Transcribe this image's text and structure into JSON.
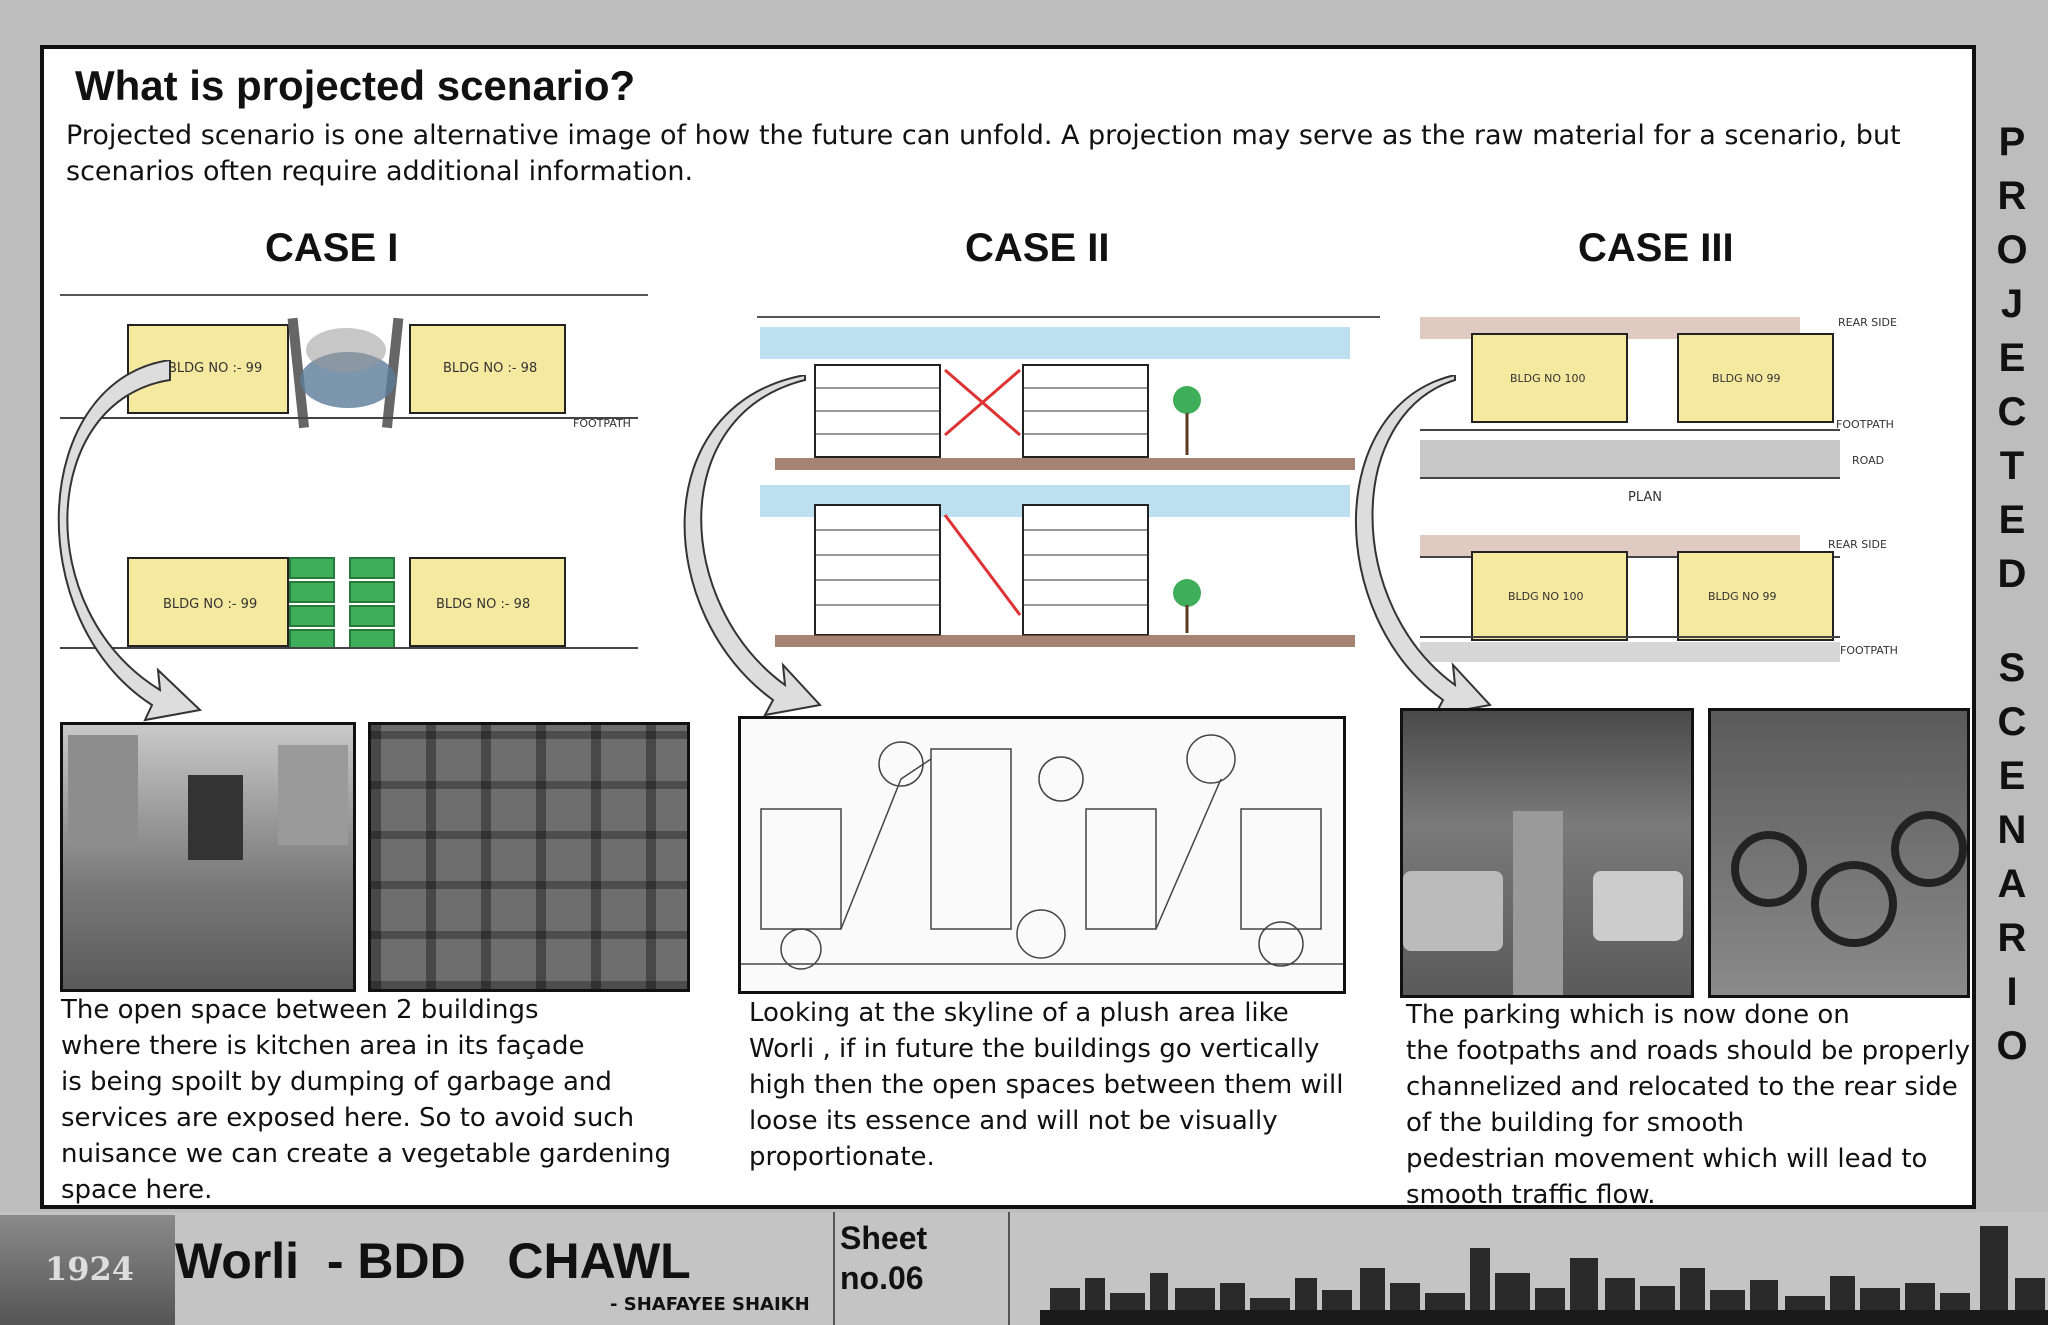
{
  "title": "What is projected scenario?",
  "intro": "Projected scenario is one alternative image of how the future can unfold. A projection may serve as the raw material for a scenario,  but scenarios often require additional  information.",
  "side_title": "PROJECTED SCENARIO",
  "cases": [
    {
      "heading": "CASE I",
      "labels": [
        "BLDG NO :- 99",
        "BLDG NO :- 98",
        "FOOTPATH",
        "BLDG NO :- 99",
        "BLDG NO :- 98"
      ],
      "text": [
        "The open space between 2 buildings",
        "where there is kitchen area in its façade",
        "is being spoilt by dumping of garbage and",
        "services are exposed here. So to avoid such",
        "nuisance we can create a vegetable gardening",
        "space here."
      ]
    },
    {
      "heading": "CASE II",
      "text": [
        "Looking at the skyline of a plush area like",
        "Worli , if in future the buildings go vertically",
        "high then the open spaces between them will",
        "loose its essence and will not be visually",
        "proportionate."
      ]
    },
    {
      "heading": "CASE III",
      "labels": [
        "REAR SIDE",
        "BLDG NO 100",
        "BLDG NO 99",
        "FOOTPATH",
        "ROAD",
        "PLAN",
        "REAR SIDE",
        "BLDG NO 100",
        "BLDG NO 99",
        "FOOTPATH"
      ],
      "text": [
        "The parking which is now done on",
        "the footpaths and roads should be properly",
        "channelized and relocated to the rear side",
        "of the building for smooth",
        "pedestrian movement which will lead to",
        "smooth traffic flow."
      ]
    }
  ],
  "footer": {
    "project": "Worli  - BDD   CHAWL",
    "author": "- SHAFAYEE SHAIKH",
    "sheet_line1": "Sheet",
    "sheet_line2": "no.06",
    "stamp": "1924"
  },
  "colors": {
    "bldg_fill": "#f5e9a0",
    "green": "#3fae5a",
    "sky": "#9fd3ea",
    "ground": "#8a5a44"
  }
}
